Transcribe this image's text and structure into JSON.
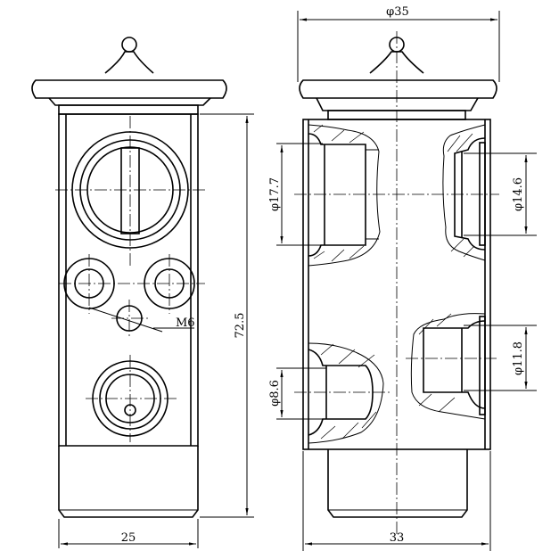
{
  "title": "Expansion valve technical drawing",
  "dimensions": {
    "outer_diameter": "φ35",
    "port_top_left": "φ17.7",
    "port_top_right": "φ14.6",
    "port_bottom_right": "φ11.8",
    "port_bottom_left": "φ8.6",
    "height": "72.5",
    "thread": "M6",
    "width_front": "25",
    "width_side": "33"
  }
}
